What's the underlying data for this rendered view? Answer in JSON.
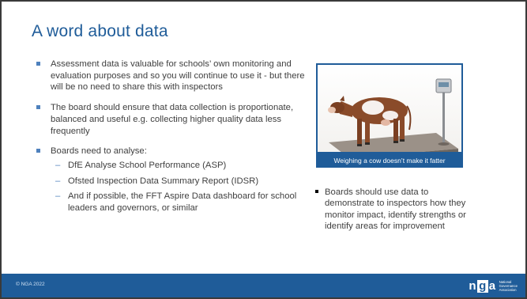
{
  "slide": {
    "title": "A word about data",
    "bullets": [
      {
        "text": "Assessment data is valuable for schools’ own monitoring and evaluation purposes and so you will continue to use it - but there will be no need to share this with inspectors"
      },
      {
        "text": "The board should ensure that data collection is proportionate, balanced and useful e.g. collecting higher quality data less frequently"
      },
      {
        "text": "Boards need to analyse:",
        "sub_items": [
          "DfE Analyse School Performance (ASP)",
          "Ofsted Inspection Data Summary Report (IDSR)",
          "And if possible, the FFT Aspire Data dashboard for school leaders and governors, or similar"
        ]
      }
    ],
    "image": {
      "caption": "Weighing a cow doesn’t make it fatter"
    },
    "right_bullet": "Boards should use data to demonstrate to inspectors how they monitor impact, identify strengths or identify areas for improvement",
    "footer": {
      "copyright": "© NGA 2022",
      "logo_letters": "nga",
      "logo_words": [
        "National",
        "Governance",
        "Association"
      ]
    }
  }
}
